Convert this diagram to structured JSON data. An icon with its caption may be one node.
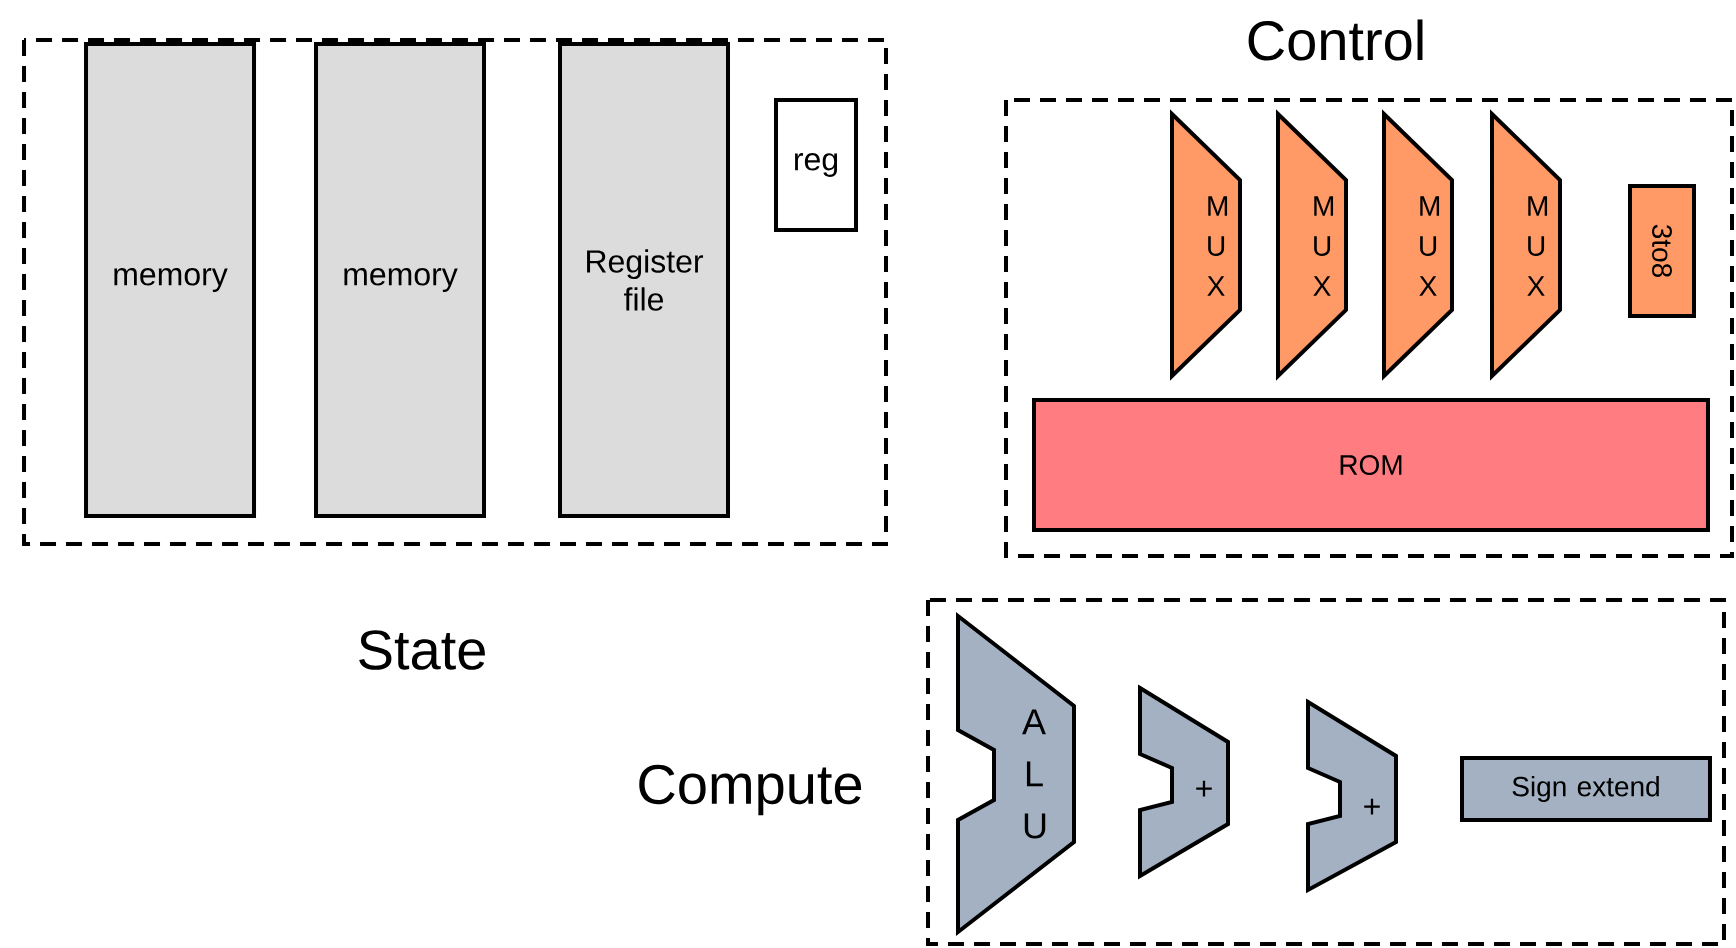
{
  "diagram": {
    "nodes": [
      {
        "text": [
          "State"
        ]
      },
      {
        "text": [
          "memory"
        ],
        "in": 0
      },
      {
        "text": [
          "memory"
        ],
        "in": 0
      },
      {
        "text": [
          "Register file"
        ],
        "in": 0
      },
      {
        "text": [
          "reg"
        ],
        "in": 0
      },
      {
        "text": [
          "Control"
        ]
      },
      {
        "text": [
          "M U X"
        ],
        "in": 5
      },
      {
        "text": [
          "M U X"
        ],
        "in": 5
      },
      {
        "text": [
          "M U X"
        ],
        "in": 5
      },
      {
        "text": [
          "M U X"
        ],
        "in": 5
      },
      {
        "text": [
          "3to8"
        ],
        "in": 5
      },
      {
        "text": [
          "ROM"
        ],
        "in": 5
      },
      {
        "text": [
          "Compute"
        ]
      },
      {
        "text": [
          "A L U"
        ],
        "in": 12
      },
      {
        "text": [
          "+"
        ],
        "in": 12
      },
      {
        "text": [
          "+"
        ],
        "in": 12
      },
      {
        "text": [
          "Sign extend"
        ],
        "in": 12
      }
    ],
    "edges": []
  }
}
